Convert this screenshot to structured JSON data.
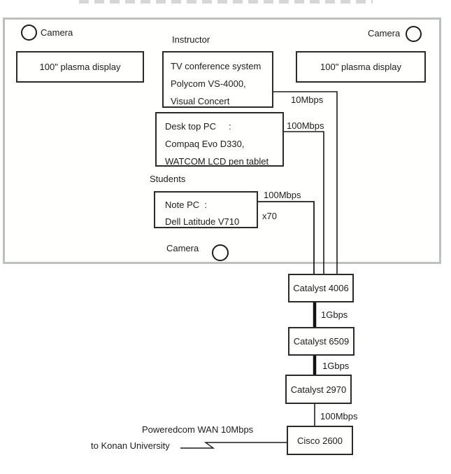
{
  "room": {
    "instructor_label": "Instructor",
    "students_label": "Students",
    "cameras": {
      "top_left": "Camera",
      "top_right": "Camera",
      "bottom": "Camera"
    },
    "boxes": {
      "plasma_left": {
        "line1": "100\" plasma display"
      },
      "plasma_right": {
        "line1": "100\" plasma display"
      },
      "tv_conference": {
        "line1": "TV conference system",
        "line2": "Polycom VS-4000,",
        "line3": "Visual Concert"
      },
      "desktop_pc": {
        "line1": "Desk top PC     :",
        "line2": "Compaq Evo D330,",
        "line3": "WATCOM LCD pen tablet"
      },
      "note_pc": {
        "line1": "Note PC  :",
        "line2": "Dell Latitude V710"
      }
    }
  },
  "network": {
    "catalyst4006": "Catalyst 4006",
    "catalyst6509": "Catalyst 6509",
    "catalyst2970": "Catalyst 2970",
    "cisco2600": "Cisco 2600"
  },
  "links": {
    "tv_conference_speed": "10Mbps",
    "desktop_speed": "100Mbps",
    "notepc_speed": "100Mbps",
    "notepc_count": "x70",
    "c4006_to_c6509": "1Gbps",
    "c6509_to_c2970": "1Gbps",
    "c2970_to_c2600": "100Mbps",
    "wan_label": "Poweredcom WAN 10Mbps",
    "wan_destination": "to Konan University"
  },
  "colors": {
    "room_border": "#bdc1bd",
    "box_border": "#2b2b2b",
    "wire": "#1c1c1c"
  }
}
